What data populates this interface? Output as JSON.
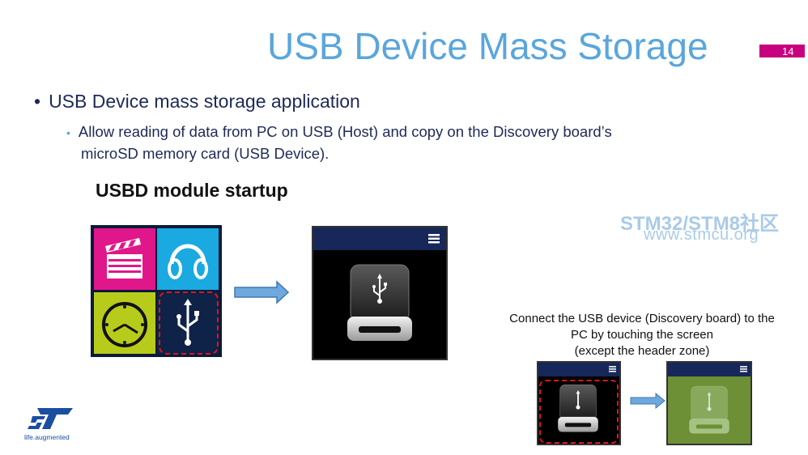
{
  "slide": {
    "title": "USB Device Mass Storage",
    "page_number": "14",
    "bullet1": "USB Device mass storage application",
    "bullet2_line1": "Allow reading of data from PC on USB (Host) and copy on the Discovery board’s",
    "bullet2_line2": "microSD memory card (USB Device).",
    "section_heading": "USBD module startup",
    "caption_line1": "Connect the USB device (Discovery board) to the",
    "caption_line2": "PC by touching the screen",
    "caption_line3": "(except the header zone)",
    "bullet_glyph": "•"
  },
  "watermark": {
    "line1": "STM32/STM8社区",
    "line2": "www.stmcu.org"
  },
  "logo": {
    "mark": "ST",
    "tagline": "life.augmented",
    "color": "#1b4ea0"
  },
  "colors": {
    "title": "#5aa6dc",
    "accent": "#c6007e",
    "tile_movie": "#e0178a",
    "tile_audio": "#1aa9e0",
    "tile_clock": "#b7cc1a",
    "tile_usb": "#0f2247",
    "connected_bg": "#6d8f35"
  },
  "icons": [
    "movie-clapper-icon",
    "headphones-icon",
    "clock-icon",
    "usb-icon",
    "hamburger-menu-icon",
    "usb-drive-icon",
    "arrow-right-icon"
  ]
}
